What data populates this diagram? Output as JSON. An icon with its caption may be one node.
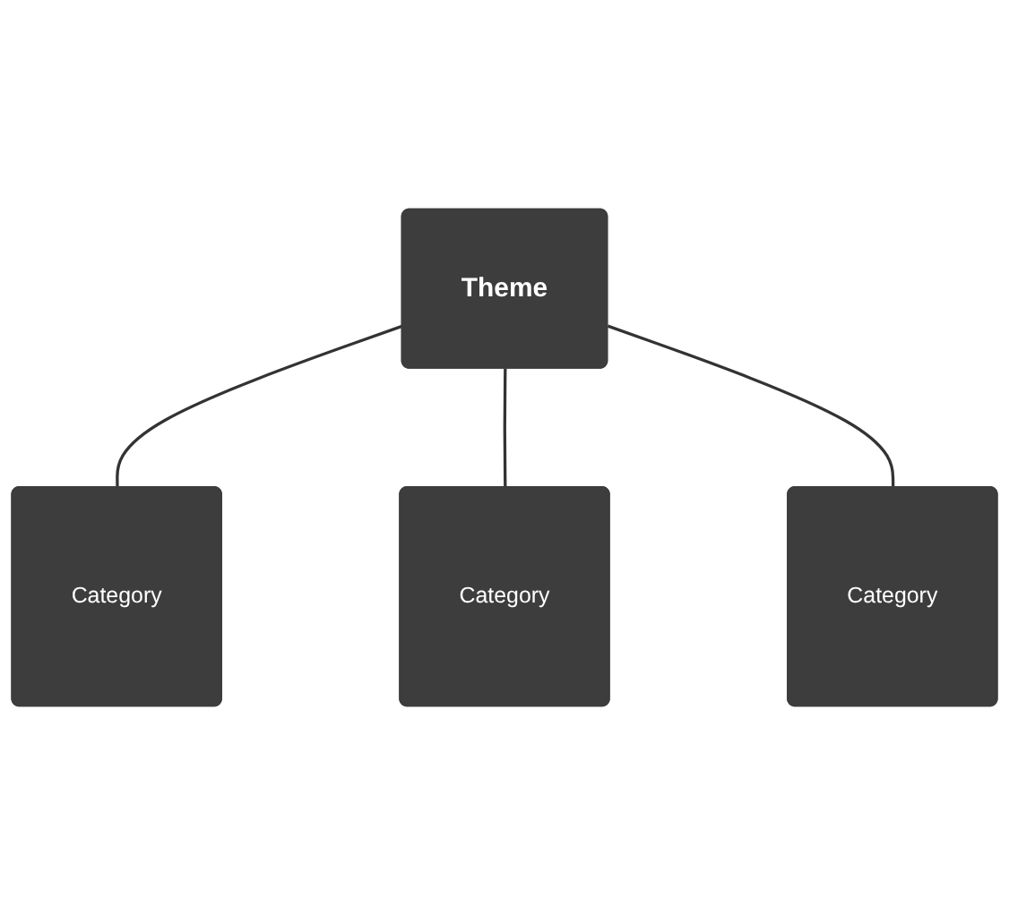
{
  "diagram": {
    "nodes": [
      {
        "text": [
          "Category"
        ]
      },
      {
        "text": [
          "Theme"
        ]
      },
      {
        "text": [
          "Category"
        ]
      },
      {
        "text": [
          "Category"
        ]
      }
    ],
    "edges": [
      {
        "from": 1,
        "to": 0,
        "arrow": "none"
      },
      {
        "from": 1,
        "to": 2,
        "arrow": "none"
      },
      {
        "from": 1,
        "to": 3,
        "arrow": "none"
      }
    ]
  }
}
